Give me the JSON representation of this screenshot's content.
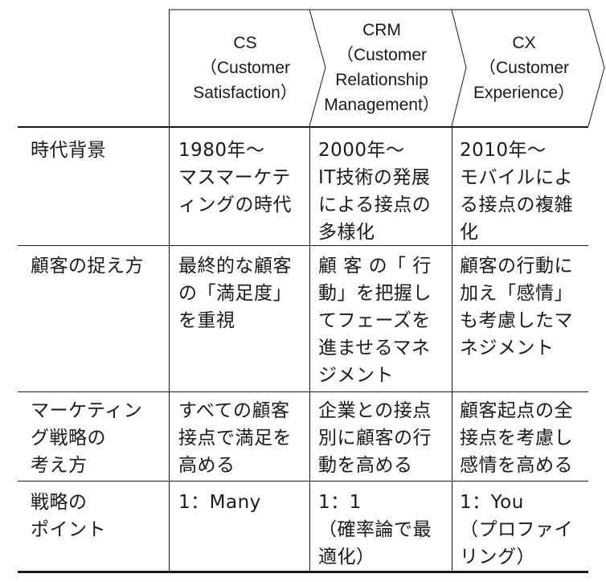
{
  "header": {
    "cs": "CS\n（Customer\nSatisfaction）",
    "crm": "CRM\n（Customer\nRelationship\nManagement）",
    "cx": "CX\n（Customer\nExperience）"
  },
  "rows": [
    {
      "label": "時代背景",
      "cs": "1980年〜\nマスマーケテ\nィングの時代",
      "crm": "2000年〜\nIT技術の発展\nによる接点の\n多様化",
      "cx": "2010年〜\nモバイルによ\nる接点の複雑\n化"
    },
    {
      "label": "顧客の捉え方",
      "cs": "最終的な顧客\nの「満足度」\nを重視",
      "crm": "顧 客 の「 行\n動」を把握し\nてフェーズを\n進ませるマネ\nジメント",
      "cx": "顧客の行動に\n加え「感情」\nも考慮したマ\nネジメント"
    },
    {
      "label": "マーケティン\nグ戦略の\n考え方",
      "cs": "すべての顧客\n接点で満足を\n高める",
      "crm": "企業との接点\n別に顧客の行\n動を高める",
      "cx": "顧客起点の全\n接点を考慮し\n感情を高める"
    },
    {
      "label": "戦略の\nポイント",
      "cs": "1：Many",
      "crm": "1：1\n（確率論で最\n適化）",
      "cx": "1：You\n（プロファイ\nリング）"
    }
  ]
}
